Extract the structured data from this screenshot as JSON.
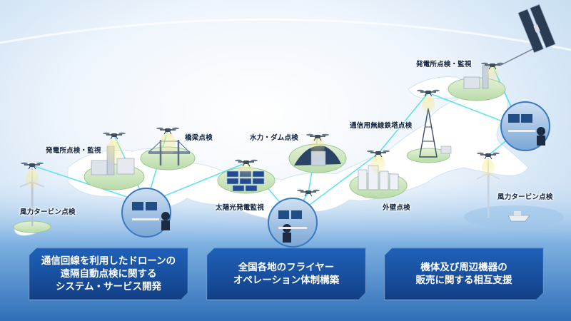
{
  "labels": {
    "power_west": "発電所点検・監視",
    "bridge": "橋梁点検",
    "dam": "水力・ダム点検",
    "tower": "通信用無線鉄塔点検",
    "power_east": "発電所点検・監視",
    "wind_west": "風力タービン点検",
    "solar": "太陽光発電監視",
    "wall": "外壁点検",
    "wind_east": "風力タービン点検"
  },
  "boxes": [
    {
      "text": "通信回線を利用したドローンの\n遠隔自動点検に関する\nシステム・サービス開発"
    },
    {
      "text": "全国各地のフライヤー\nオペレーション体制構築"
    },
    {
      "text": "機体及び周辺機器の\n販売に関する相互支援"
    }
  ],
  "colors": {
    "background": "#dbe9f6",
    "island": "#ffffff",
    "link_line": "#4fe0ee",
    "box_fill": "#184f9e",
    "label_text": "#0d2140"
  },
  "icons": [
    "drone-icon",
    "satellite-icon",
    "control-room-icon",
    "wind-turbine-icon",
    "power-plant-icon",
    "bridge-icon",
    "dam-icon",
    "solar-panel-icon",
    "tower-icon",
    "buildings-icon",
    "ship-icon"
  ]
}
